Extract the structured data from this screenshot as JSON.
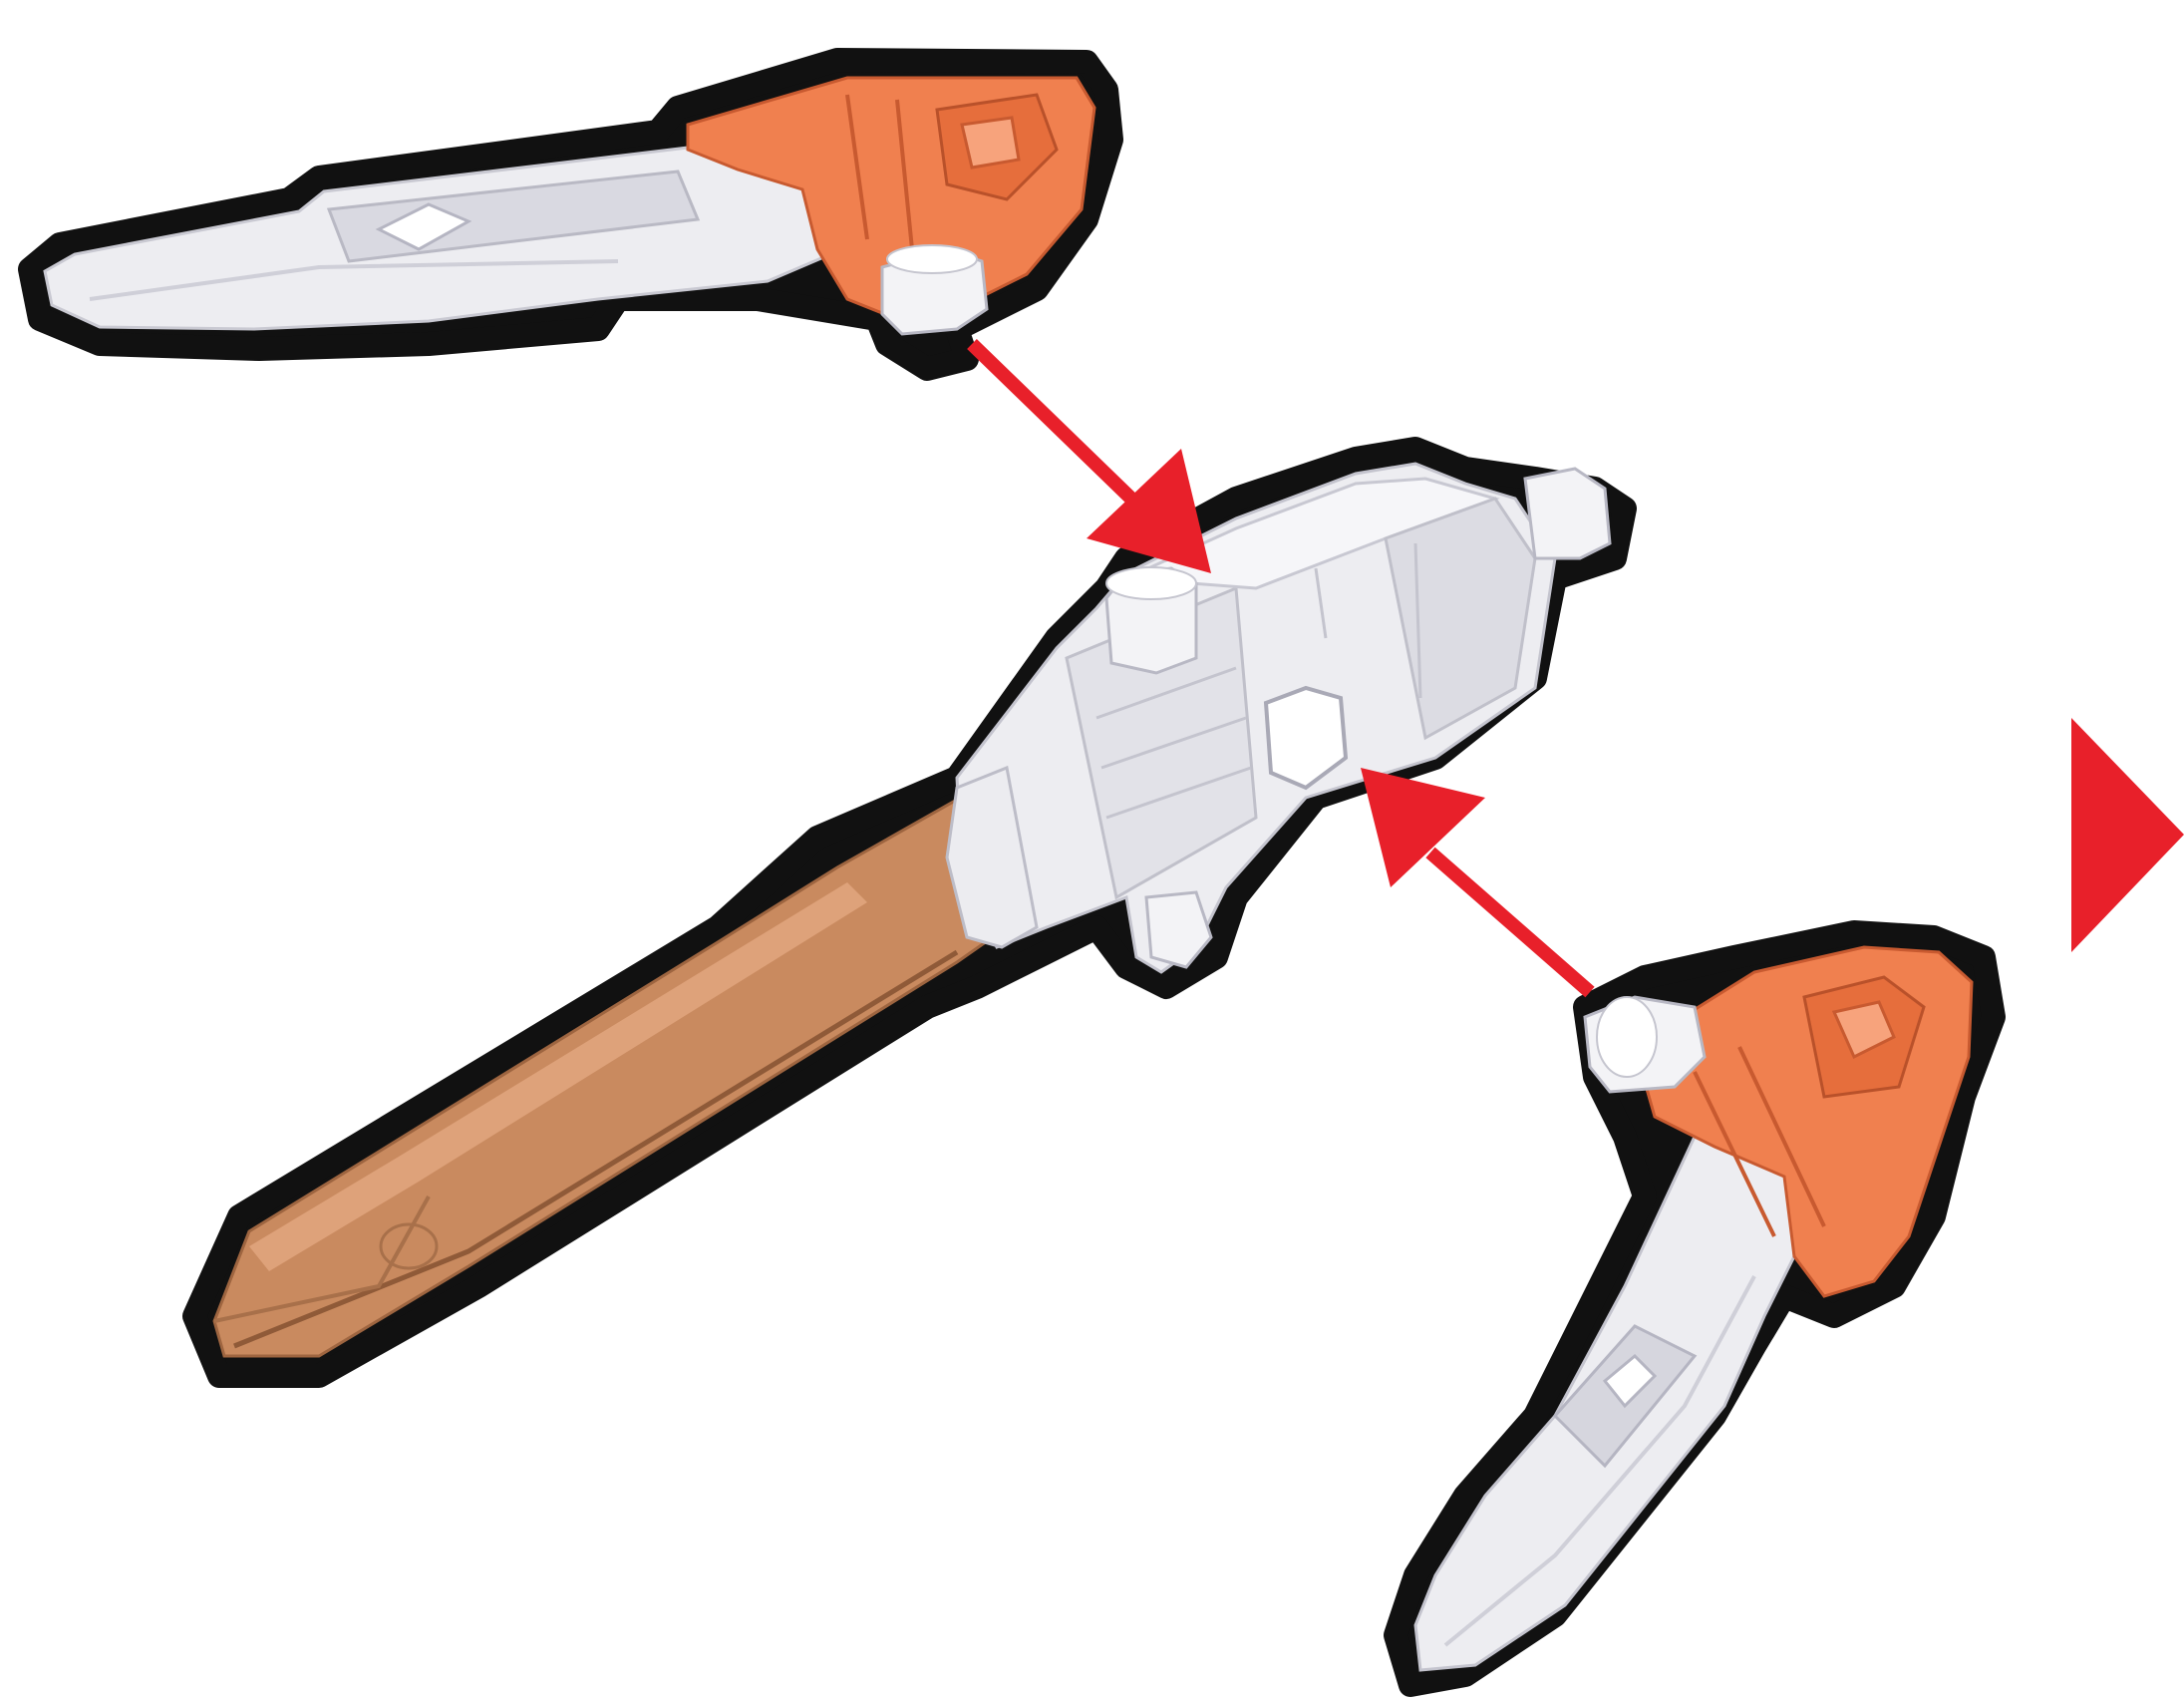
{
  "colors": {
    "background": "#ffffff",
    "outline": "#111111",
    "white_plastic": "#ededf1",
    "white_plastic_shadow": "#c9c9d2",
    "orange_plastic": "#f0804f",
    "orange_plastic_shadow": "#c85a30",
    "blade_bronze": "#c98a5f",
    "blade_bronze_shadow": "#9e6540",
    "arrow_red": "#e8202a"
  },
  "parts": [
    {
      "name": "upper-orange-handle-part",
      "color": "orange"
    },
    {
      "name": "center-blade-body-part",
      "color": "white-and-bronze"
    },
    {
      "name": "lower-orange-handle-part",
      "color": "orange"
    }
  ],
  "indicators": {
    "upper_arrow_icon": "arrow-down-right-icon",
    "lower_arrow_icon": "arrow-up-left-icon",
    "next_step_icon": "triangle-right-icon"
  }
}
